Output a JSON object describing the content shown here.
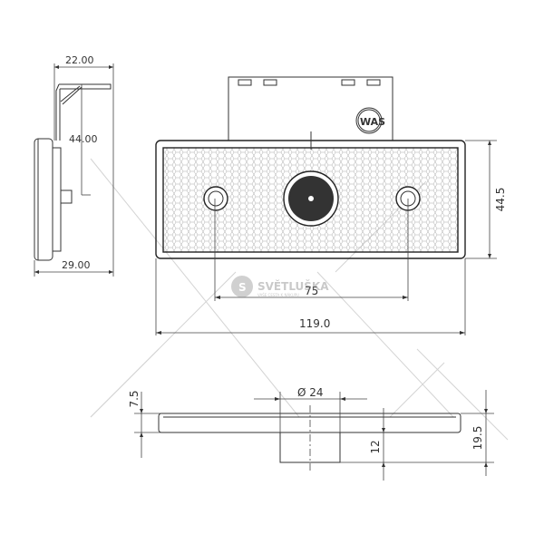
{
  "side_view": {
    "width_top": "22.00",
    "height": "44.00",
    "width_bottom": "29.00"
  },
  "front_view": {
    "height": "44.5",
    "hole_spacing": "75",
    "width": "119.0",
    "logo_text": "WAS"
  },
  "bottom_view": {
    "diameter": "Ø 24",
    "plate_thickness": "7.5",
    "boss_height": "12",
    "total_height": "19.5"
  },
  "watermark": {
    "brand": "SVĚTLUŠKA",
    "tagline": "VAŠE CESTA K NÁKUPU",
    "badge": "S"
  },
  "colors": {
    "line": "#333333",
    "watermark": "#d4d4d4",
    "lens_center": "#333333"
  }
}
